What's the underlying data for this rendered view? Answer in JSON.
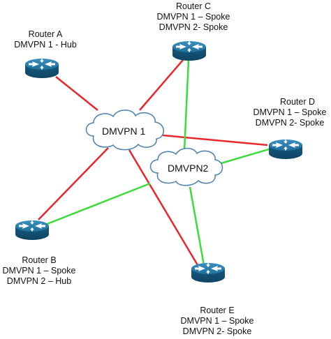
{
  "routers": {
    "a": {
      "name": "Router A",
      "line1": "DMVPN 1 - Hub",
      "line2": ""
    },
    "b": {
      "name": "Router B",
      "line1": "DMVPN 1 – Spoke",
      "line2": "DMVPN 2 – Hub"
    },
    "c": {
      "name": "Router C",
      "line1": "DMVPN 1 – Spoke",
      "line2": "DMVPN 2- Spoke"
    },
    "d": {
      "name": "Router D",
      "line1": "DMVPN 1 – Spoke",
      "line2": "DMVPN 2- Spoke"
    },
    "e": {
      "name": "Router E",
      "line1": "DMVPN 1 – Spoke",
      "line2": "DMVPN 2- Spoke"
    }
  },
  "clouds": {
    "dmvpn1": "DMVPN 1",
    "dmvpn2": "DMVPN2"
  },
  "colors": {
    "dmvpn1_link": "#e8262b",
    "dmvpn2_link": "#3ddc3d",
    "router_body": "#1f6f9a",
    "cloud_stroke": "#4a7fb0"
  },
  "icons": {
    "router": "router-icon",
    "cloud": "cloud-icon"
  }
}
